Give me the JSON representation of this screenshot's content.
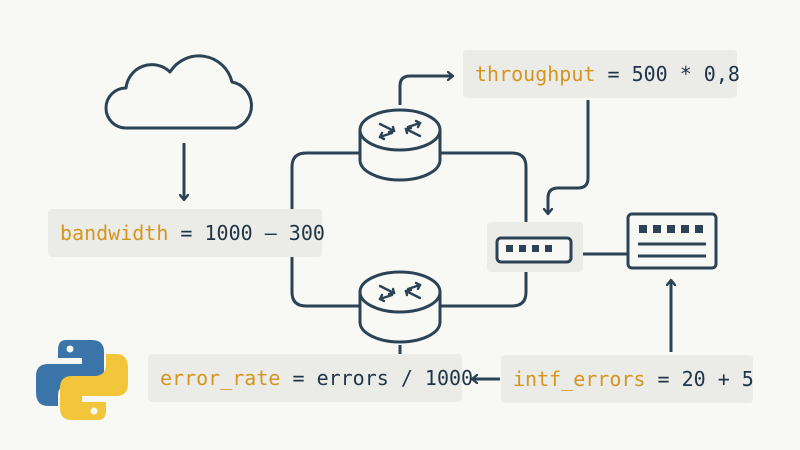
{
  "statements": {
    "throughput": {
      "variable": "throughput",
      "operator": "=",
      "expression": "500 * 0,8"
    },
    "bandwidth": {
      "variable": "bandwidth",
      "operator": "=",
      "expression": "1000 – 300"
    },
    "error_rate": {
      "variable": "error_rate",
      "operator": "=",
      "expression": "errors / 1000"
    },
    "intf_errors": {
      "variable": "intf_errors",
      "operator": "=",
      "expression": "20 + 5"
    }
  },
  "icons": {
    "cloud": "cloud-icon",
    "router_top": "router-icon",
    "router_bottom": "router-icon",
    "switch": "switch-icon",
    "server": "server-icon",
    "logo": "python-logo-icon"
  },
  "colors": {
    "background": "#f8f8f5",
    "line": "#2c4356",
    "variable": "#d4961f",
    "code_box": "#ebebe8",
    "python_blue": "#3a74a8",
    "python_yellow": "#f2c53a"
  }
}
